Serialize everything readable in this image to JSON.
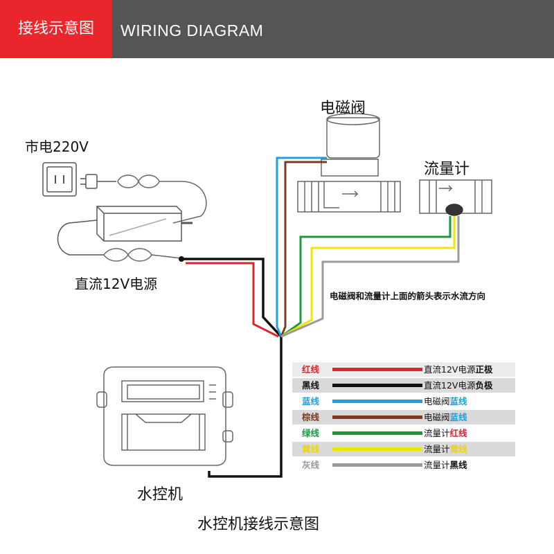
{
  "header": {
    "title_cn": "接线示意图",
    "title_en": "WIRING DIAGRAM"
  },
  "labels": {
    "mains": "市电220V",
    "power": "直流12V电源",
    "valve": "电磁阀",
    "flowmeter": "流量计",
    "note": "电磁阀和流量计上面的箭头表示水流方向",
    "controller": "水控机",
    "caption": "水控机接线示意图"
  },
  "legend": [
    {
      "name": "红线",
      "color": "#d9262c",
      "desc": "直流12V电源",
      "desc_hi": "正极",
      "hi_color": "#111111"
    },
    {
      "name": "黑线",
      "color": "#111111",
      "desc": "直流12V电源",
      "desc_hi": "负极",
      "hi_color": "#111111"
    },
    {
      "name": "蓝线",
      "color": "#22a0dc",
      "desc": "电磁阀",
      "desc_hi": "蓝线",
      "hi_color": "#22a0dc"
    },
    {
      "name": "棕线",
      "color": "#7a3b22",
      "desc": "电磁阀",
      "desc_hi": "蓝线",
      "hi_color": "#22a0dc"
    },
    {
      "name": "绿线",
      "color": "#1a9a3a",
      "desc": "流量计",
      "desc_hi": "红线",
      "hi_color": "#d9262c"
    },
    {
      "name": "黄线",
      "color": "#f2e500",
      "desc": "流量计",
      "desc_hi": "黄线",
      "hi_color": "#e8d800"
    },
    {
      "name": "灰线",
      "color": "#9a9a9a",
      "desc": "流量计",
      "desc_hi": "黑线",
      "hi_color": "#111111"
    }
  ],
  "colors": {
    "header_red": "#e8262c",
    "header_gray": "#555555"
  }
}
